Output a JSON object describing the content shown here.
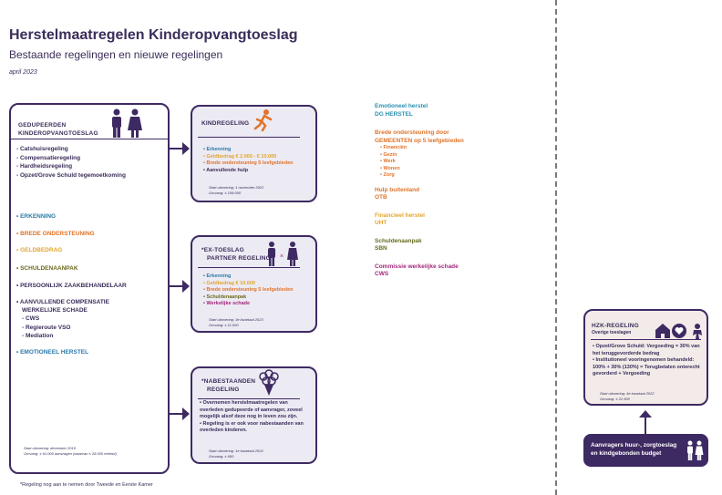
{
  "header": {
    "title": "Herstelmaatregelen Kinderopvangtoeslag",
    "subtitle": "Bestaande regelingen en nieuwe regelingen",
    "date": "april 2023"
  },
  "left_box": {
    "title_line1": "GEDUPEERDEN",
    "title_line2": "KINDEROPVANGTOESLAG",
    "items": [
      "Catshuisregeling",
      "Compensatieregeling",
      "Hardheidsregeling",
      "Opzet/Grove Schuld tegemoetkoming"
    ],
    "categories": {
      "erkenning": "ERKENNING",
      "brede": "BREDE ONDERSTEUNING",
      "geld": "GELDBEDRAG",
      "schuld": "SCHULDENAANPAK",
      "persoonlijk": "PERSOONLIJK ZAAKBEHANDELAAR",
      "aanv1": "AANVULLENDE COMPENSATIE",
      "aanv2": "WERKELIJKE SCHADE",
      "aanv_items": [
        "CWS",
        "Regieroute VSO",
        "Mediation"
      ],
      "emotioneel": "EMOTIONEEL HERSTEL"
    },
    "footer1": "Start uitvoering: december 2019",
    "footer2": "Omvang: ± 61.000 aanvragen (waarvan ± 28.000 erkend)"
  },
  "kind_box": {
    "title": "KINDREGELING",
    "items": [
      {
        "label": "Erkenning",
        "color": "#2a7aa8"
      },
      {
        "label": "Geldbedrag € 2.000 - € 10.000",
        "color": "#e3a52c"
      },
      {
        "label": "Brede ondersteuning 5 leefgebieden",
        "color": "#e0742a"
      },
      {
        "label": "Aanvullende hulp",
        "color": "#3b2d5a"
      }
    ],
    "footer1": "Start uitvoering: 1 november 2022",
    "footer2": "Omvang: ± 108.000"
  },
  "ex_box": {
    "title1": "*EX-TOESLAG",
    "title2": "PARTNER REGELING",
    "items": [
      {
        "label": "Erkenning",
        "color": "#2a7aa8"
      },
      {
        "label": "Geldbedrag € 10.000",
        "color": "#e3a52c"
      },
      {
        "label": "Brede ondersteuning 5 leefgebieden",
        "color": "#e0742a"
      },
      {
        "label": "Schuldenaanpak",
        "color": "#6b6a1e"
      },
      {
        "label": "Werkelijke schade",
        "color": "#a2287a"
      }
    ],
    "footer1": "Start uitvoering: 3e kwartaal 2023",
    "footer2": "Omvang: ± 11.000"
  },
  "nab_box": {
    "title1": "*NABESTAANDEN",
    "title2": "REGELING",
    "items": [
      "Overnemen herstelmaatregelen van overleden gedupeerde of aanvrager, zoveel mogelijk alsof deze nog in leven zou zijn.",
      "Regeling is er ook voor nabestaanden van overleden kinderen."
    ],
    "footer1": "Start uitvoering: 1e kwartaal 2024",
    "footer2": "Omvang: ± 600"
  },
  "right_col": {
    "emo_name": "Emotioneel herstel",
    "emo_code": "DG HERSTEL",
    "brede_1": "Brede ondersteuning door",
    "brede_2": "GEMEENTEN op 5 leefgebieden",
    "leefgebieden": [
      "Financiën",
      "Gezin",
      "Werk",
      "Wonen",
      "Zorg"
    ],
    "hulp_name": "Hulp buitenland",
    "hulp_code": "OTB",
    "fin_name": "Financieel herstel",
    "fin_code": "UHT",
    "schuld_name": "Schuldenaanpak",
    "schuld_code": "SBN",
    "cws_name": "Commissie werkelijke schade",
    "cws_code": "CWS"
  },
  "hzk_box": {
    "title": "HZK-REGELING",
    "subtitle": "Overige toeslagen",
    "items": [
      "Opzet/Grove Schuld: Vergoeding = 30% van het teruggevorderde bedrag",
      "Institutioneel vooringenomen behandeld: 100% + 30% (130%) = Terugbetalen onterecht gevorderd + Vergoeding"
    ],
    "footer1": "Start uitvoering: 4e kwartaal 2022",
    "footer2": "Omvang: ± 22.500"
  },
  "aanvr_box": {
    "line1": "Aanvragers huur-, zorgtoeslag",
    "line2": "en kindgebonden budget"
  },
  "footnote": "*Regeling nog aan te nemen door Tweede en Eerste Kamer",
  "colors": {
    "navy": "#3e2a62",
    "blue": "#2a7aa8",
    "orange": "#e0742a",
    "yellow": "#e3a52c",
    "olive": "#6b6a1e",
    "magenta": "#a2287a",
    "lavender": "#eceaf3",
    "rose": "#f2ebe9"
  },
  "icons": [
    "person-pair-icon",
    "running-child-icon",
    "separated-pair-icon",
    "flower-bouquet-icon",
    "house-icon",
    "heart-icon",
    "baby-icon",
    "up-arrow-icon",
    "right-arrow-icon"
  ]
}
